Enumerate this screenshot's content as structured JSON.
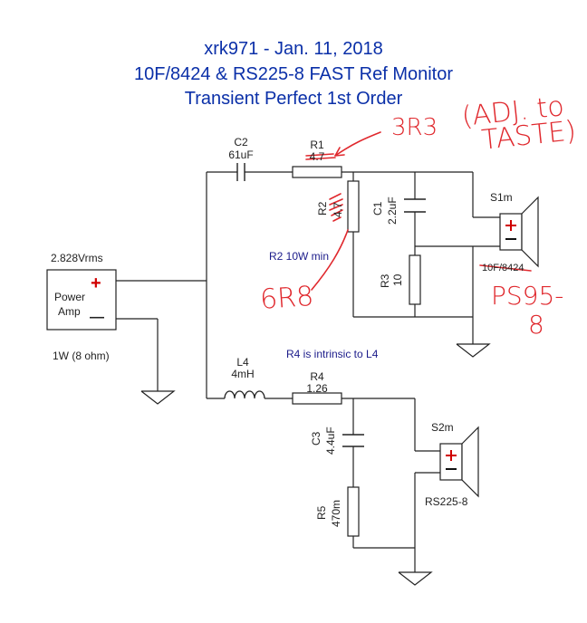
{
  "title": {
    "line1": "xrk971  -  Jan. 11, 2018",
    "line2": "10F/8424 & RS225-8 FAST Ref Monitor",
    "line3": "Transient Perfect 1st Order"
  },
  "components": {
    "c2": {
      "ref": "C2",
      "value": "61uF"
    },
    "r1": {
      "ref": "R1",
      "value": "4.7"
    },
    "r2": {
      "ref": "R2",
      "value": "4.7"
    },
    "c1": {
      "ref": "C1",
      "value": "2.2uF"
    },
    "r3": {
      "ref": "R3",
      "value": "10"
    },
    "s1": {
      "ref": "S1m",
      "model": "10F/8424"
    },
    "l4": {
      "ref": "L4",
      "value": "4mH"
    },
    "r4": {
      "ref": "R4",
      "value": "1.26"
    },
    "c3": {
      "ref": "C3",
      "value": "4.4uF"
    },
    "r5": {
      "ref": "R5",
      "value": "470m"
    },
    "s2": {
      "ref": "S2m",
      "model": "RS225-8"
    }
  },
  "amp": {
    "voltage": "2.828Vrms",
    "line1": "Power",
    "line2": "Amp",
    "power": "1W (8 ohm)",
    "plus": "+",
    "minus": "—"
  },
  "notes": {
    "r2_rating": "R2 10W min",
    "r4_note": "R4 is intrinsic to L4"
  },
  "handwritten": {
    "r1_new": "3R3",
    "adj": "(ADJ. to",
    "taste": "TASTE)",
    "r2_new": "6R8",
    "s1_new_1": "PS95-",
    "s1_new_2": "8"
  },
  "colors": {
    "title": "#0a2fa8",
    "note": "#1b1b8a",
    "annotation": "#e0282d",
    "polarity": "#d00000"
  }
}
